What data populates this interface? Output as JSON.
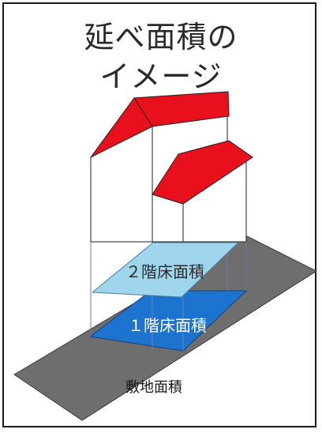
{
  "title": {
    "line1": "延べ面積の",
    "line2": "イメージ"
  },
  "labels": {
    "floor2": "２階床面積",
    "floor1": "１階床面積",
    "site": "敷地面積"
  },
  "colors": {
    "roof": "#e8101c",
    "floor2": "#9fd6ee",
    "floor1": "#1d74cf",
    "site": "#6e6e6e",
    "outline": "#222222",
    "guide": "#6a7fa6"
  }
}
